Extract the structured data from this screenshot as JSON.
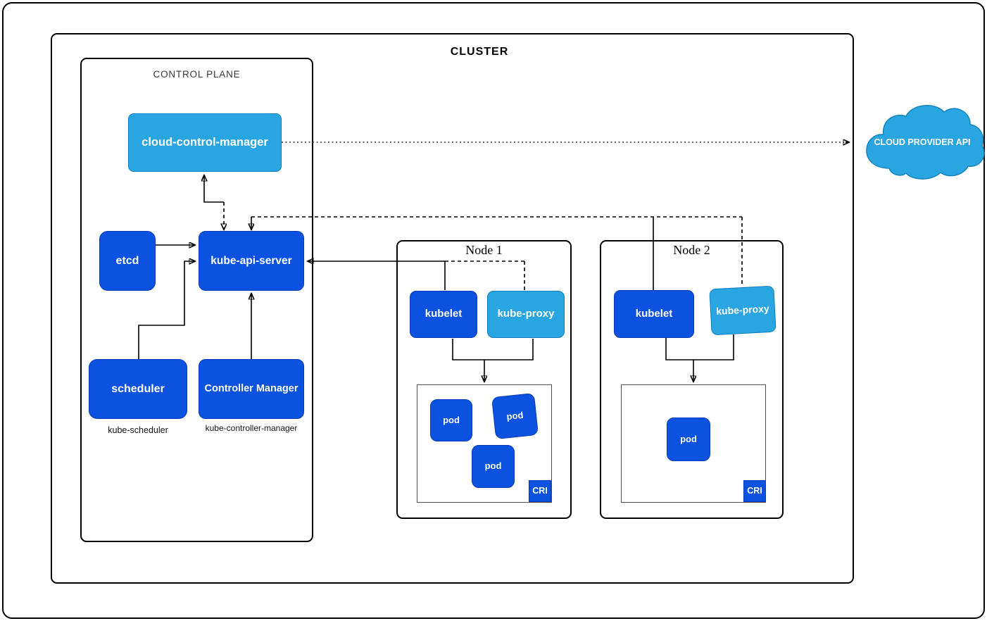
{
  "colors": {
    "dark_blue": "#0b52e0",
    "dark_blue_border": "#0a3cb8",
    "light_blue": "#29a6e2",
    "light_blue_border": "#0d7ec0",
    "cloud_fill": "#29a6e2",
    "cloud_stroke": "#1584bd",
    "pods_box_border": "#4d4d4d"
  },
  "cluster": {
    "label": "CLUSTER"
  },
  "control_plane": {
    "label": "CONTROL PLANE",
    "cloud_control_manager": "cloud-control-manager",
    "etcd": "etcd",
    "kube_api_server": "kube-api-server",
    "scheduler": "scheduler",
    "scheduler_sub": "kube-scheduler",
    "controller_manager": "Controller Manager",
    "controller_manager_sub": "kube-controller-manager"
  },
  "node1": {
    "label": "Node 1",
    "kubelet": "kubelet",
    "kube_proxy": "kube-proxy",
    "pods": [
      "pod",
      "pod",
      "pod"
    ],
    "cri": "CRI"
  },
  "node2": {
    "label": "Node 2",
    "kubelet": "kubelet",
    "kube_proxy": "kube-proxy",
    "pods": [
      "pod"
    ],
    "cri": "CRI"
  },
  "cloud_provider": {
    "label": "CLOUD PROVIDER API"
  }
}
